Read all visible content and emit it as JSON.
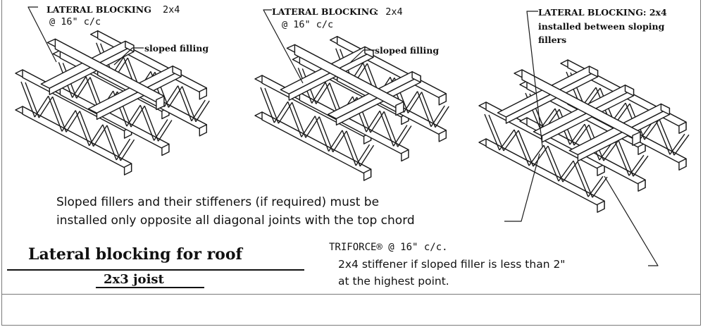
{
  "callouts": {
    "d1_blocking_title": "LATERAL BLOCKING",
    "d1_blocking_size": "2x4",
    "d1_blocking_spacing": "@ 16\" c/c",
    "d1_filling": "sloped filling",
    "d2_blocking_title": "LATERAL BLOCKING",
    "d2_blocking_size": ": 2x4",
    "d2_blocking_spacing": "@ 16\" c/c",
    "d2_filling": "sloped filling",
    "d3_blocking_line1": "LATERAL BLOCKING: 2x4",
    "d3_blocking_line2": "installed between sloping",
    "d3_blocking_line3": "fillers"
  },
  "notes": {
    "fillers_line1": "Sloped fillers and their stiffeners (if required) must be",
    "fillers_line2": "installed only opposite all diagonal joints with the top chord",
    "triforce": "TRIFORCE® @ 16\" c/c.",
    "stiffener_line1": "2x4 stiffener if sloped filler is less than 2\"",
    "stiffener_line2": "at the highest point."
  },
  "title": {
    "main": "Lateral blocking for roof",
    "sub": "2x3 joist"
  },
  "colors": {
    "line": "#1a1a1a",
    "frame": "#7a7a7a"
  }
}
